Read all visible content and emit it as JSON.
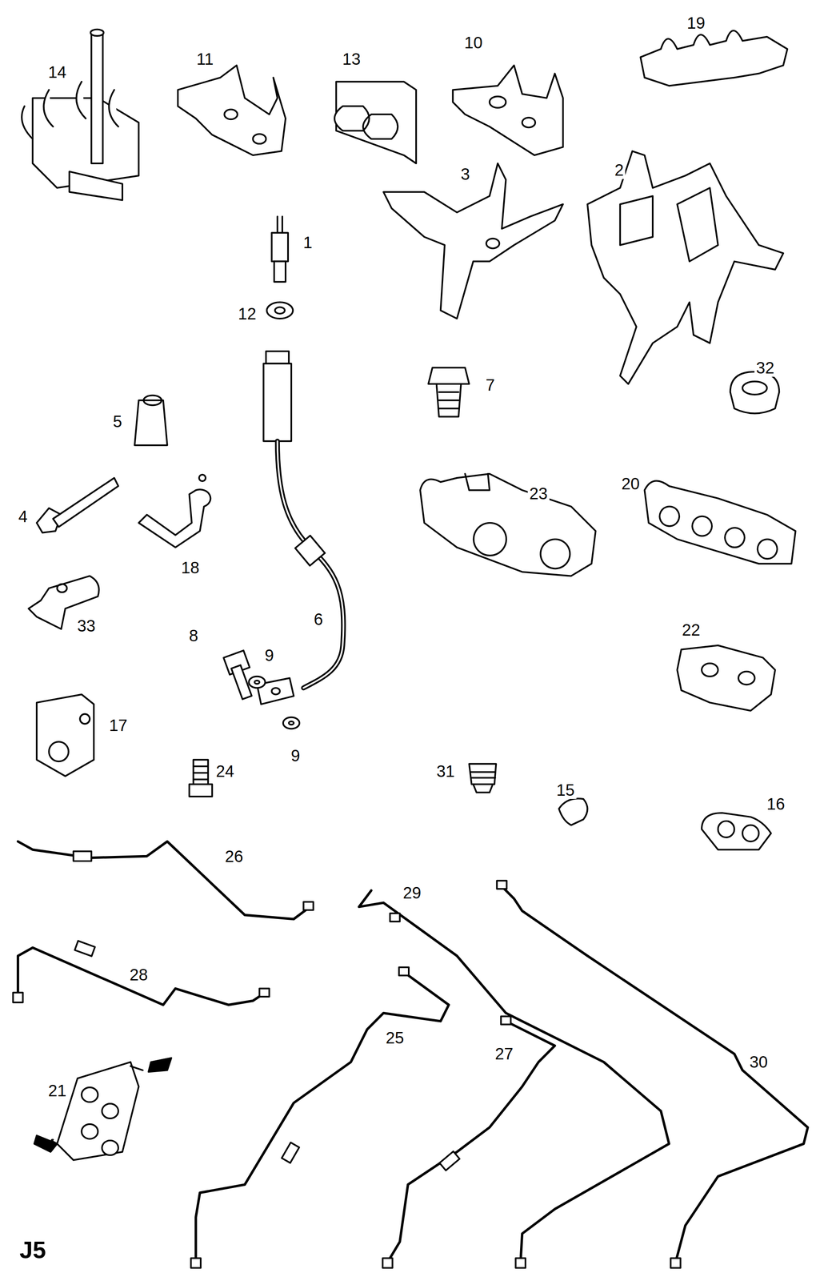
{
  "diagram": {
    "labels": [
      "19",
      "14",
      "11",
      "13",
      "10",
      "3",
      "2",
      "1",
      "12",
      "32",
      "7",
      "5",
      "23",
      "20",
      "4",
      "18",
      "6",
      "33",
      "22",
      "8",
      "9",
      "17",
      "9",
      "24",
      "31",
      "15",
      "16",
      "26",
      "29",
      "28",
      "25",
      "27",
      "30",
      "21",
      "J5"
    ]
  }
}
